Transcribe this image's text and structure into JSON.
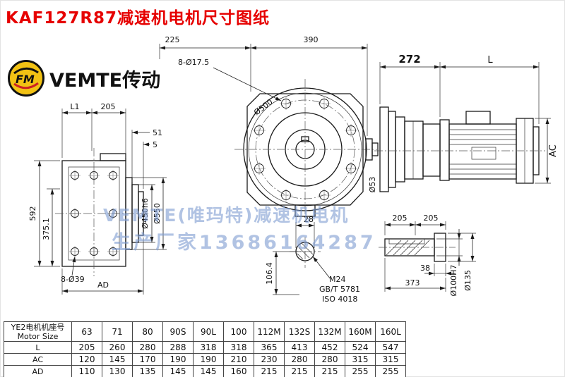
{
  "page": {
    "title": "KAF127R87减速机电机尺寸图纸"
  },
  "logo": {
    "brand": "VEMTE传动",
    "monogram": "FM"
  },
  "watermark": {
    "line1": "VEMTE(唯玛特)减速机电机",
    "line2": "生产厂家13686164287"
  },
  "drawing": {
    "left_view": {
      "l1": "L1",
      "len": "205",
      "step1": "51",
      "step2": "5",
      "height": "592",
      "height2": "375.1",
      "holes": "8-Ø39",
      "ad": "AD",
      "flange": "Ø450h6",
      "flange_od": "Ø550"
    },
    "front_view": {
      "holes": "8-Ø17.5",
      "d225": "225",
      "d390": "390",
      "d500": "Ø500",
      "d53": "Ø53",
      "d28": "28",
      "d106": "106.4",
      "m24": "M24",
      "gb": "GB/T 5781",
      "iso": "ISO 4018"
    },
    "motor_view": {
      "d272": "272",
      "l": "L",
      "ac": "AC"
    },
    "shaft_detail": {
      "d205a": "205",
      "d205b": "205",
      "d38": "38",
      "d373": "373",
      "d100": "Ø100H7",
      "d135": "Ø135"
    }
  },
  "table": {
    "header_cn": "YE2电机机座号",
    "header_en": "Motor Size",
    "sizes": [
      "63",
      "71",
      "80",
      "90S",
      "90L",
      "100",
      "112M",
      "132S",
      "132M",
      "160M",
      "160L"
    ],
    "rows": [
      {
        "label": "L",
        "values": [
          "205",
          "260",
          "280",
          "288",
          "318",
          "318",
          "365",
          "413",
          "452",
          "524",
          "547"
        ]
      },
      {
        "label": "AC",
        "values": [
          "120",
          "145",
          "170",
          "190",
          "190",
          "210",
          "230",
          "280",
          "280",
          "315",
          "315"
        ]
      },
      {
        "label": "AD",
        "values": [
          "110",
          "130",
          "135",
          "145",
          "145",
          "160",
          "215",
          "215",
          "215",
          "255",
          "255"
        ]
      }
    ]
  }
}
